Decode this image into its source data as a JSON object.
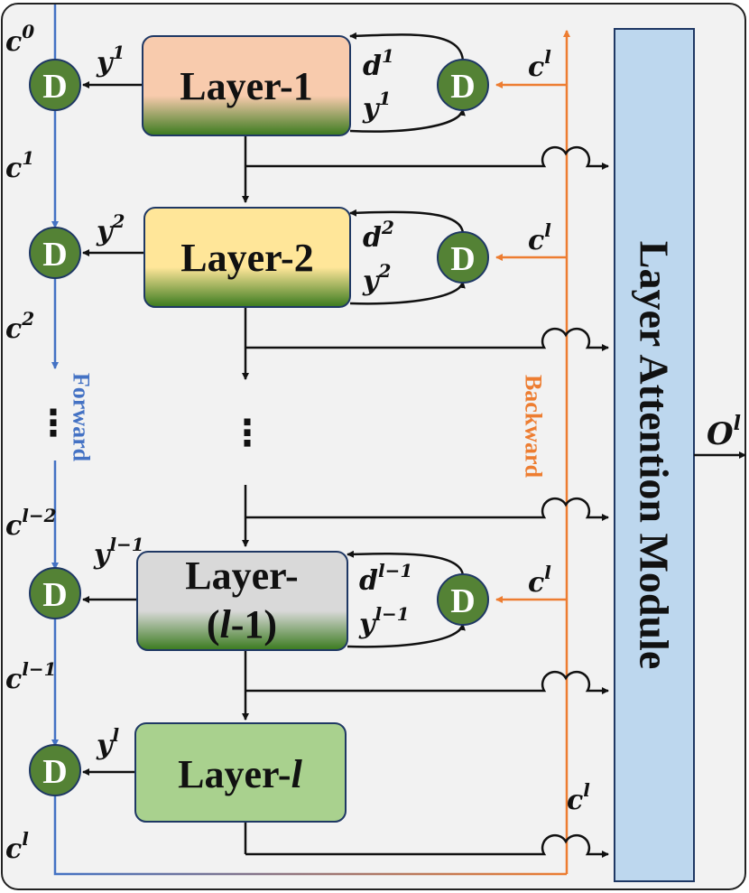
{
  "layers": [
    {
      "title": "Layer-1"
    },
    {
      "title": "Layer-2"
    },
    {
      "title_line1": "Layer-",
      "title_line2_prefix": "(",
      "title_line2_italic": "l",
      "title_line2_suffix": "-1)"
    },
    {
      "title_prefix": "Layer-",
      "title_italic": "l"
    }
  ],
  "discriminator_label": "D",
  "forward": {
    "label": "Forward",
    "context_labels": [
      {
        "base": "c",
        "sup": "0"
      },
      {
        "base": "c",
        "sup": "1"
      },
      {
        "base": "c",
        "sup": "2"
      },
      {
        "base": "c",
        "sup": "l−2"
      },
      {
        "base": "c",
        "sup": "l−1"
      },
      {
        "base": "c",
        "sup": "l"
      }
    ],
    "output_labels": [
      {
        "base": "y",
        "sup": "1"
      },
      {
        "base": "y",
        "sup": "2"
      },
      {
        "base": "y",
        "sup": "l−1"
      },
      {
        "base": "y",
        "sup": "l"
      }
    ]
  },
  "backward": {
    "label": "Backward",
    "context_label": {
      "base": "c",
      "sup": "l"
    },
    "loop_labels": [
      {
        "d": {
          "base": "d",
          "sup": "1"
        },
        "y": {
          "base": "y",
          "sup": "1"
        }
      },
      {
        "d": {
          "base": "d",
          "sup": "2"
        },
        "y": {
          "base": "y",
          "sup": "2"
        }
      },
      {
        "d": {
          "base": "d",
          "sup": "l−1"
        },
        "y": {
          "base": "y",
          "sup": "l−1"
        }
      }
    ]
  },
  "ellipsis": "⋮",
  "attention_module": {
    "label": "Layer Attention Module"
  },
  "output": {
    "base": "O",
    "sup": "l"
  },
  "colors": {
    "forward_blue": "#4472c4",
    "backward_orange": "#ed7d31",
    "disc_green": "#548235",
    "attention_fill": "#bdd7ee",
    "layer1_top": "#f8cbad",
    "layer2_top": "#ffe699",
    "layer3_top": "#d9d9d9",
    "layer4_fill": "#a9d18e",
    "panel": "#f2f2f2"
  }
}
